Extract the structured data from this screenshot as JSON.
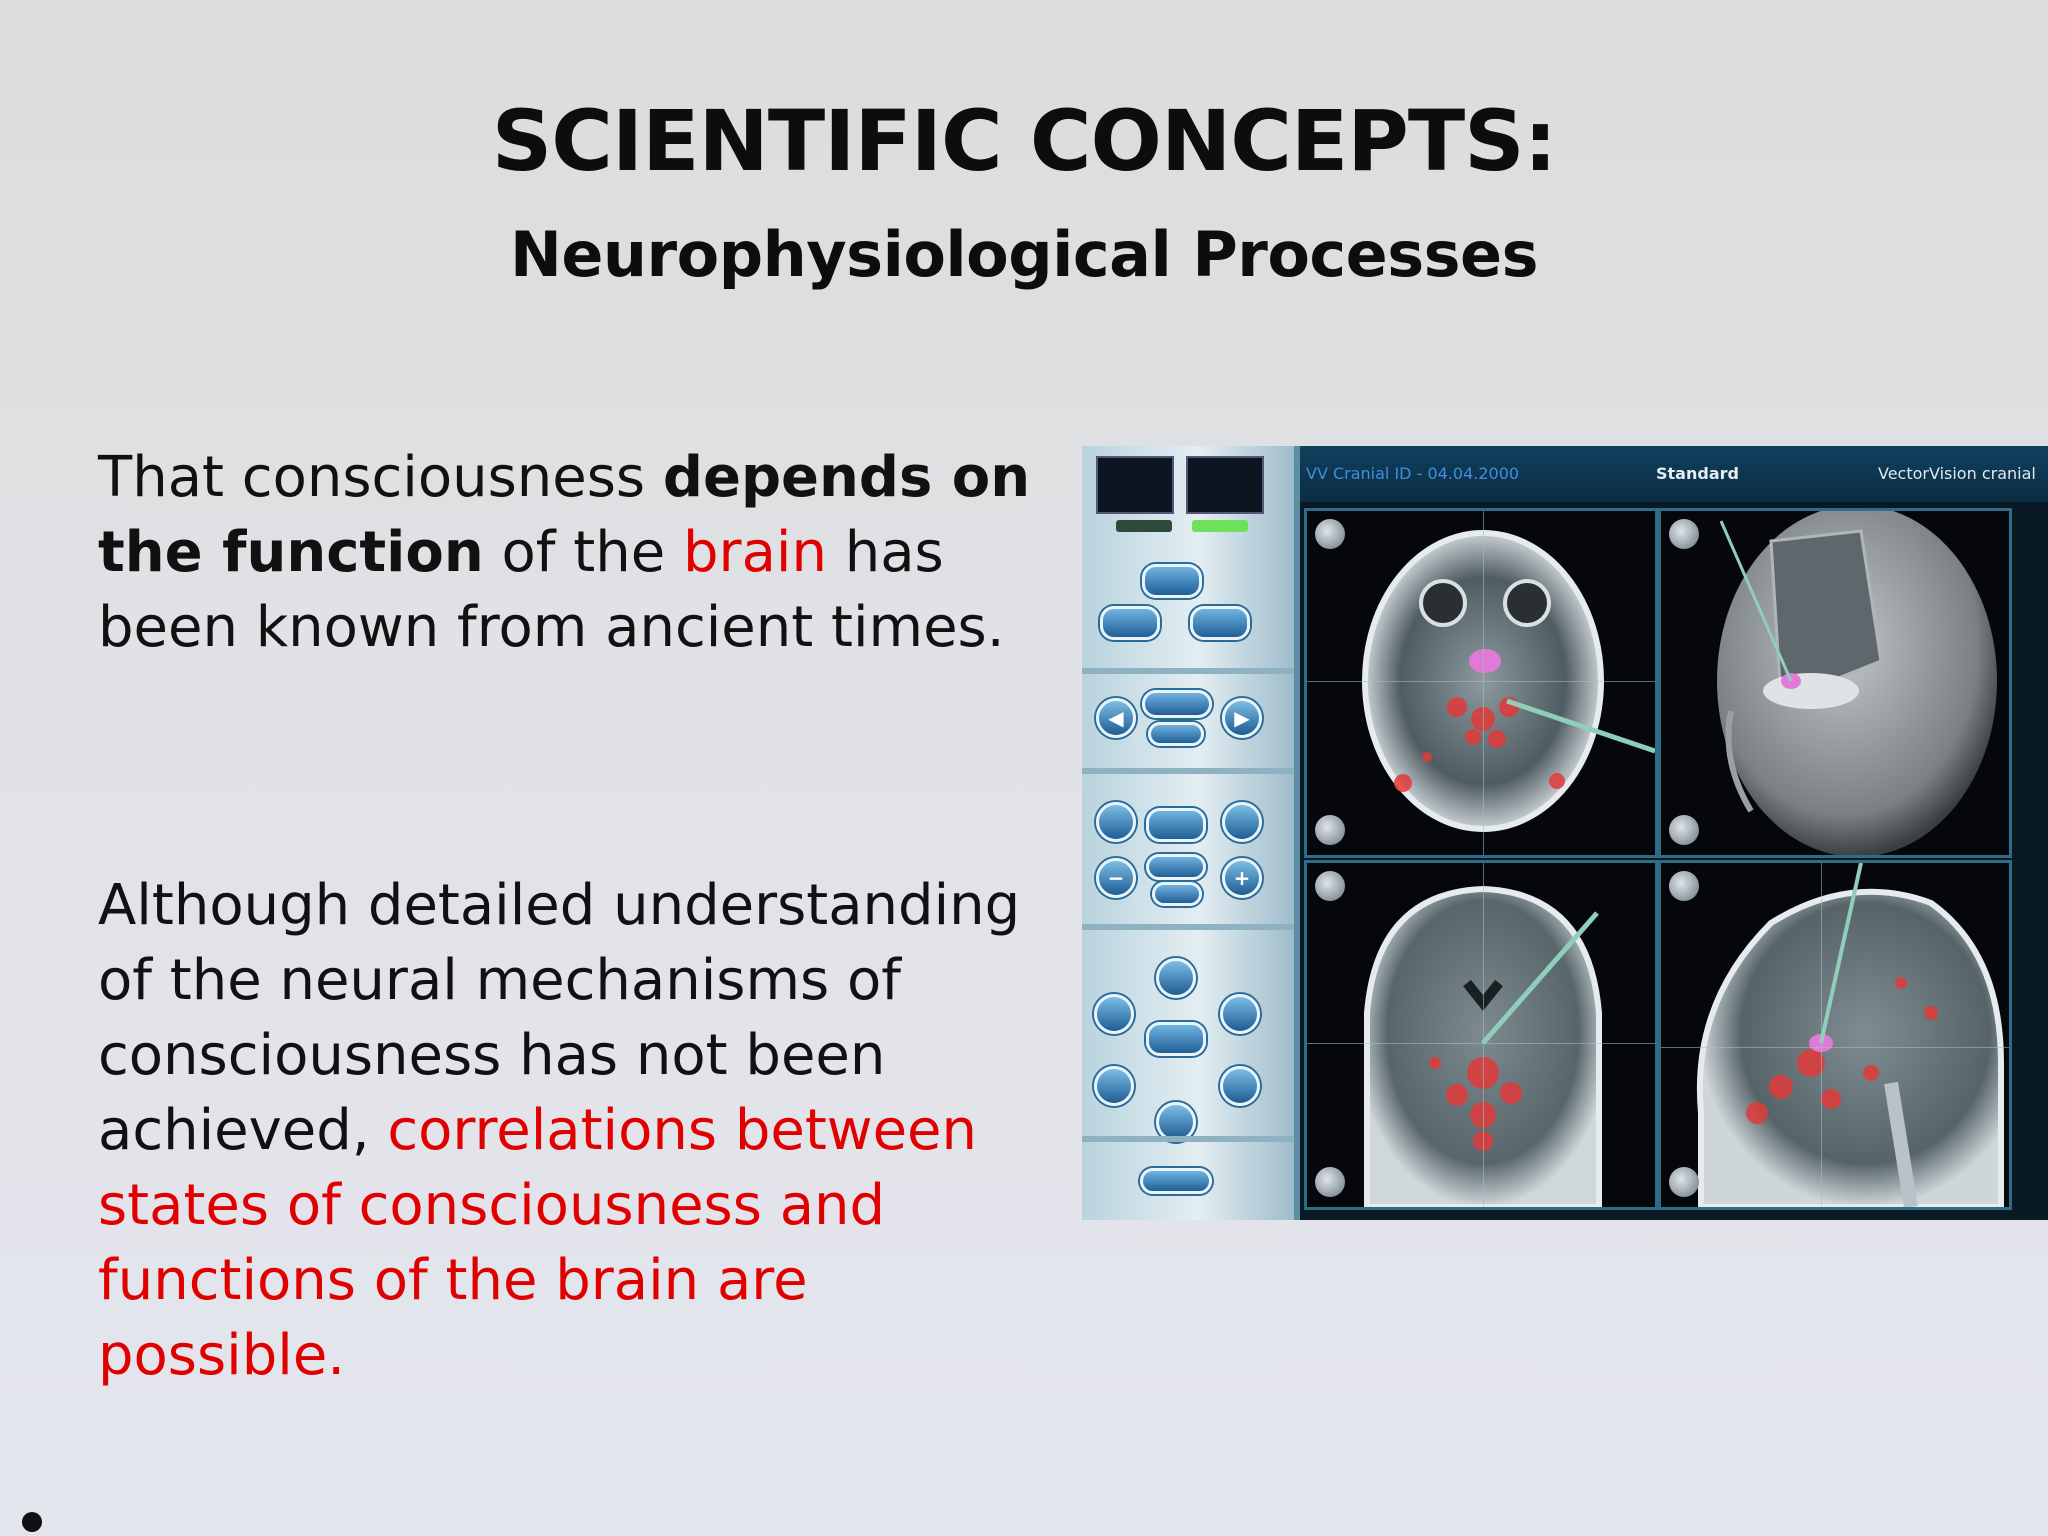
{
  "slide": {
    "title": "SCIENTIFIC CONCEPTS:",
    "subtitle": "Neurophysiological Processes",
    "paragraph1": {
      "t1": "That consciousness ",
      "t2": "depends on the function",
      "t3": " of the ",
      "t4": "brain",
      "t5": " has been known from ancient times."
    },
    "paragraph2": {
      "t1": "Although detailed understanding of the neural mechanisms of consciousness has not been achieved, ",
      "t2": "correlations between states of consciousness and functions of the brain are possible."
    }
  },
  "image": {
    "header_left": "VV Cranial ID - 04.04.2000",
    "header_center": "Standard",
    "header_right": "VectorVision cranial"
  },
  "colors": {
    "highlight": "#e00000",
    "text": "#111111"
  }
}
